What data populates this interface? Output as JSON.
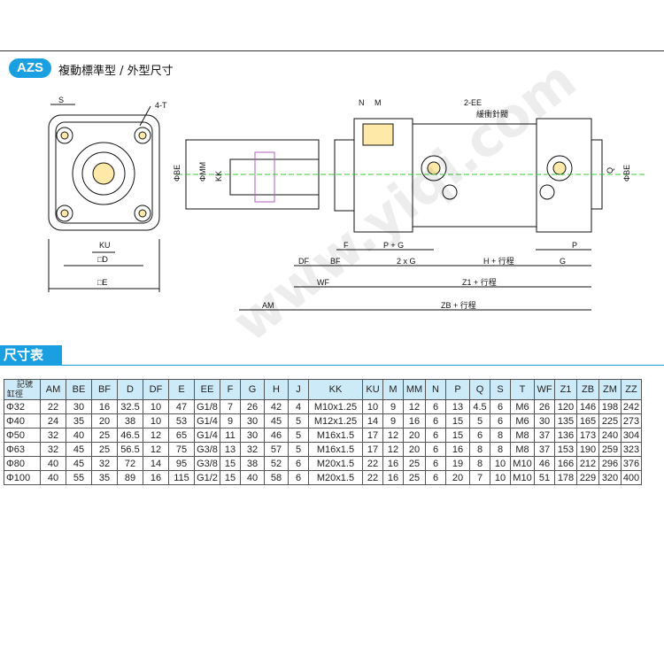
{
  "badge": "AZS",
  "heading": "複動標準型 / 外型尺寸",
  "section_title": "尺寸表",
  "drawing_labels": {
    "s": "S",
    "t4": "4-T",
    "phi_be": "ΦBE",
    "phi_mm": "ΦMM",
    "kk": "KK",
    "ku": "KU",
    "d": "□D",
    "e": "□E",
    "n": "N",
    "m": "M",
    "ee2": "2-EE",
    "cushion": "緩衝針閥",
    "phi_be2": "ΦBE",
    "q": "Q",
    "f": "F",
    "pg": "P + G",
    "p": "P",
    "df": "DF",
    "bf": "BF",
    "twog": "2 x G",
    "h": "H + 行程",
    "g": "G",
    "wf": "WF",
    "z1": "Z1 + 行程",
    "am": "AM",
    "zb": "ZB + 行程"
  },
  "watermark": "www.yiqi.com",
  "table": {
    "corner_top": "記號",
    "corner_bottom": "缸徑",
    "columns": [
      "AM",
      "BE",
      "BF",
      "D",
      "DF",
      "E",
      "EE",
      "F",
      "G",
      "H",
      "J",
      "KK",
      "KU",
      "M",
      "MM",
      "N",
      "P",
      "Q",
      "S",
      "T",
      "WF",
      "Z1",
      "ZB",
      "ZM",
      "ZZ"
    ],
    "rows": [
      [
        "Φ32",
        "22",
        "30",
        "16",
        "32.5",
        "10",
        "47",
        "G1/8",
        "7",
        "26",
        "42",
        "4",
        "M10x1.25",
        "10",
        "9",
        "12",
        "6",
        "13",
        "4.5",
        "6",
        "M6",
        "26",
        "120",
        "146",
        "198",
        "242"
      ],
      [
        "Φ40",
        "24",
        "35",
        "20",
        "38",
        "10",
        "53",
        "G1/4",
        "9",
        "30",
        "45",
        "5",
        "M12x1.25",
        "14",
        "9",
        "16",
        "6",
        "15",
        "5",
        "6",
        "M6",
        "30",
        "135",
        "165",
        "225",
        "273"
      ],
      [
        "Φ50",
        "32",
        "40",
        "25",
        "46.5",
        "12",
        "65",
        "G1/4",
        "11",
        "30",
        "46",
        "5",
        "M16x1.5",
        "17",
        "12",
        "20",
        "6",
        "15",
        "6",
        "8",
        "M8",
        "37",
        "136",
        "173",
        "240",
        "304"
      ],
      [
        "Φ63",
        "32",
        "45",
        "25",
        "56.5",
        "12",
        "75",
        "G3/8",
        "13",
        "32",
        "57",
        "5",
        "M16x1.5",
        "17",
        "12",
        "20",
        "6",
        "16",
        "8",
        "8",
        "M8",
        "37",
        "153",
        "190",
        "259",
        "323"
      ],
      [
        "Φ80",
        "40",
        "45",
        "32",
        "72",
        "14",
        "95",
        "G3/8",
        "15",
        "38",
        "52",
        "6",
        "M20x1.5",
        "22",
        "16",
        "25",
        "6",
        "19",
        "8",
        "10",
        "M10",
        "46",
        "166",
        "212",
        "296",
        "376"
      ],
      [
        "Φ100",
        "40",
        "55",
        "35",
        "89",
        "16",
        "115",
        "G1/2",
        "15",
        "40",
        "58",
        "6",
        "M20x1.5",
        "22",
        "16",
        "25",
        "6",
        "20",
        "7",
        "10",
        "M10",
        "51",
        "178",
        "229",
        "320",
        "400"
      ]
    ]
  }
}
